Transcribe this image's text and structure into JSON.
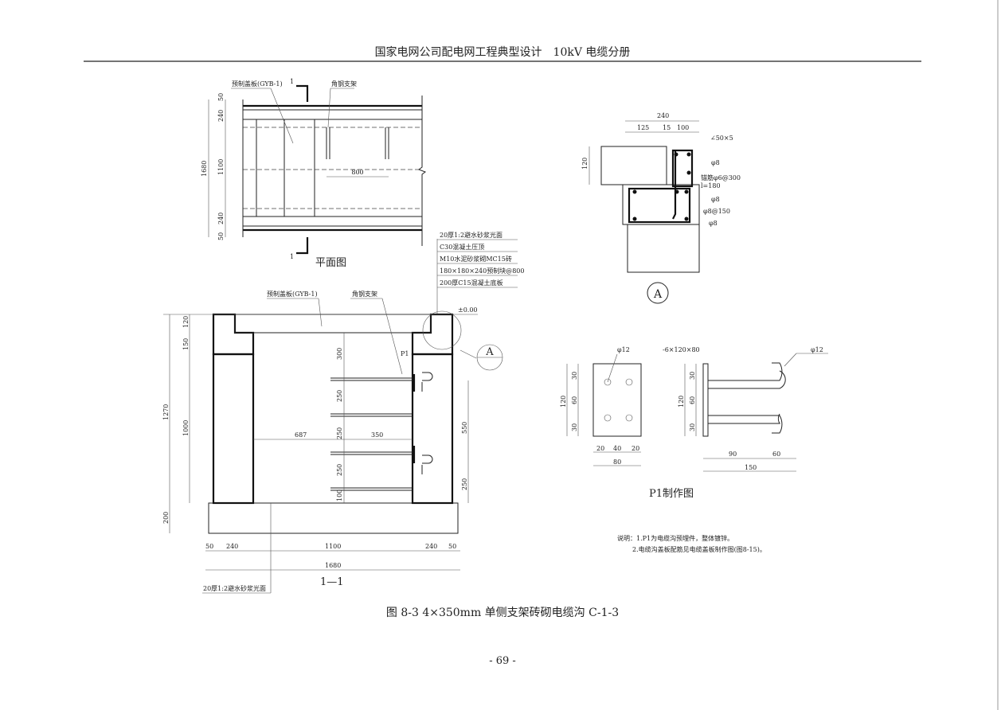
{
  "header": {
    "title": "国家电网公司配电网工程典型设计　10kV 电缆分册"
  },
  "caption": "图 8-3 4×350mm 单侧支架砖砌电缆沟 C-1-3",
  "page_number": "- 69 -",
  "plan": {
    "title": "平面图",
    "section_mark": "1",
    "cover_label": "预制盖板(GYB-1)",
    "bracket_label": "角钢支架",
    "spacing": "800",
    "dims": [
      "50",
      "240",
      "1100",
      "240",
      "50"
    ],
    "total": "1680"
  },
  "section": {
    "title": "1—1",
    "cover_label": "预制盖板(GYB-1)",
    "bracket_label": "角钢支架",
    "p1_label": "P1",
    "elevation": "±0.00",
    "detail_ref": "A",
    "left_dims": [
      "120",
      "150",
      "1000",
      "200"
    ],
    "left_total": "1270",
    "bracket_dims": [
      "300",
      "250",
      "250",
      "250",
      "100"
    ],
    "right_dims": [
      "550",
      "250"
    ],
    "span_687": "687",
    "span_350": "350",
    "bottom_dims": [
      "50",
      "240",
      "1100",
      "240",
      "50"
    ],
    "bottom_total": "1680",
    "mortar_note": "20厚1:2避水砂浆光面",
    "layers": [
      "20厚1:2避水砂浆光面",
      "C30混凝土压顶",
      "M10水泥砂浆砌MC15砖",
      "180×180×240预制块@800",
      "200厚C15混凝土底板"
    ]
  },
  "detail_a": {
    "title": "A",
    "total": "240",
    "dims": [
      "125",
      "15",
      "100"
    ],
    "angle": "∠50×5",
    "height": "120",
    "rebar": [
      "φ8",
      "锚筋φ6@300",
      "l=180",
      "φ8",
      "φ8@150",
      "φ8"
    ]
  },
  "p1": {
    "title": "P1制作图",
    "bar_label": "φ12",
    "plate_label": "-6×120×80",
    "bar_label2": "φ12",
    "v_dims": [
      "30",
      "60",
      "30"
    ],
    "v_total": "120",
    "h_dims": [
      "20",
      "40",
      "20"
    ],
    "h_total": "80",
    "side_dims": [
      "90",
      "60"
    ],
    "side_total": "150"
  },
  "notes": [
    "说明：1.P1为电缆沟预埋件，整体镀锌。",
    "2.电缆沟盖板配筋见电缆盖板制作图(图8-15)。"
  ]
}
